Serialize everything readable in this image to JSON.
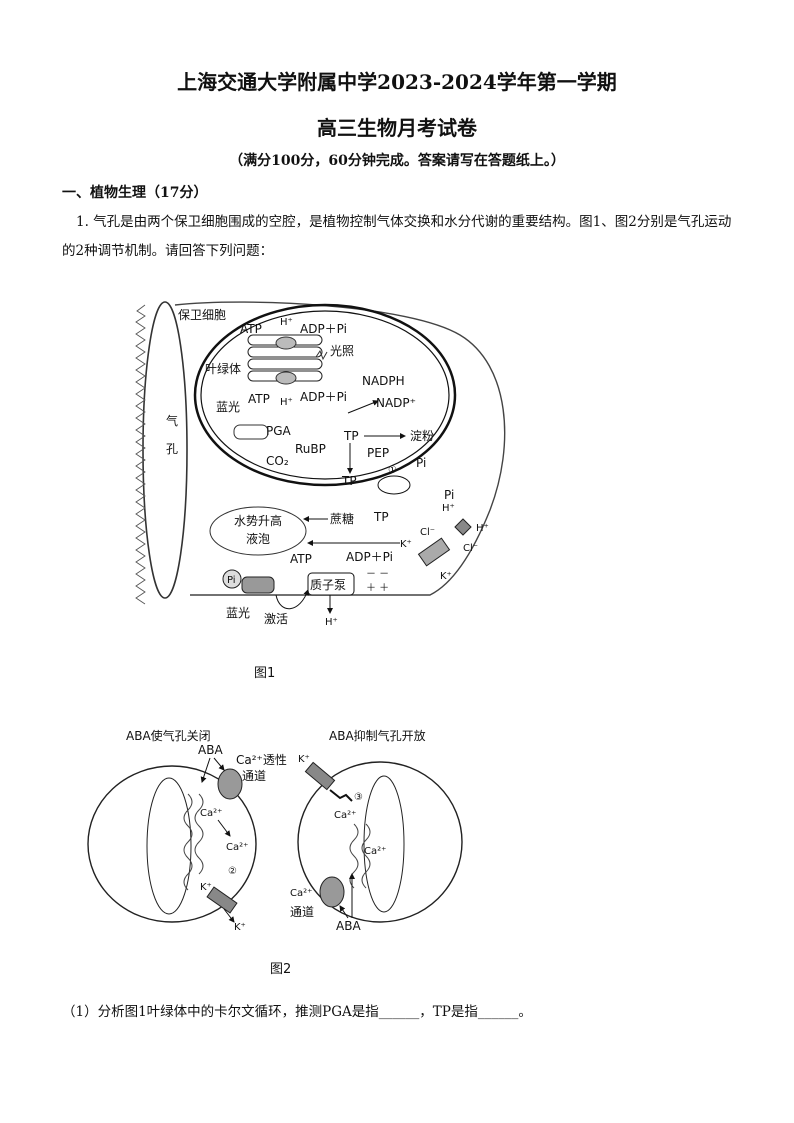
{
  "header": {
    "title_line1": "上海交通大学附属中学2023-2024学年第一学期",
    "title_line2": "高三生物月考试卷",
    "instructions": "（满分100分，60分钟完成。答案请写在答题纸上。）"
  },
  "section1": {
    "heading": "一、植物生理（17分）",
    "question1_intro": "1. 气孔是由两个保卫细胞围成的空腔，是植物控制气体交换和水分代谢的重要结构。图1、图2分别是气孔运动的2种调节机制。请回答下列问题：",
    "question1_part1": "（1）分析图1叶绿体中的卡尔文循环，推测PGA是指______，TP是指______。"
  },
  "figure1": {
    "caption": "图1",
    "labels": {
      "guard_cell": "保卫细胞",
      "stoma": [
        "气",
        "孔"
      ],
      "chloroplast": "叶绿体",
      "atp_top": "ATP",
      "h_top": "H⁺",
      "adp_top": "ADP＋Pi",
      "light": "光照",
      "atp_mid": "ATP",
      "h_mid": "H⁺",
      "adp_mid": "ADP＋Pi",
      "nadph": "NADPH",
      "nadp": "NADP⁺",
      "blue_light_top": "蓝光",
      "pga": "PGA",
      "rubp": "RuBP",
      "co2": "CO₂",
      "tp1": "TP",
      "starch": "淀粉",
      "pep": "PEP",
      "tp2": "TP",
      "circle1": "①",
      "pi1": "Pi",
      "pi2": "Pi",
      "h_right": "H⁺",
      "h_far": "H⁺",
      "cl1": "Cl⁻",
      "cl2": "Cl⁻",
      "tp3": "TP",
      "sucrose": "蔗糖",
      "vacuole_line1": "水势升高",
      "vacuole_line2": "液泡",
      "k_in": "K⁺",
      "k_out": "K⁺",
      "atp_bottom": "ATP",
      "adp_bottom": "ADP＋Pi",
      "proton_pump": "质子泵",
      "h_bottom": "H⁺",
      "pi_bottom": "Pi",
      "blue_light_bottom": "蓝光",
      "activate": "激活",
      "minus": "－ －",
      "plus": "＋ ＋"
    }
  },
  "figure2": {
    "caption": "图2",
    "left_title": "ABA使气孔关闭",
    "right_title": "ABA抑制气孔开放",
    "labels": {
      "aba_left": "ABA",
      "ca_channel_left": "Ca²⁺透性",
      "channel_word_left": "通道",
      "ca_a": "Ca²⁺",
      "ca_b": "Ca²⁺",
      "k_left": "K⁺",
      "k_left_out": "K⁺",
      "circle2": "②",
      "k_right": "K⁺",
      "circle3": "③",
      "ca_c": "Ca²⁺",
      "ca_d": "Ca²⁺",
      "ca_channel_right": "Ca²⁺",
      "channel_word_right": "通道",
      "aba_right": "ABA"
    }
  }
}
